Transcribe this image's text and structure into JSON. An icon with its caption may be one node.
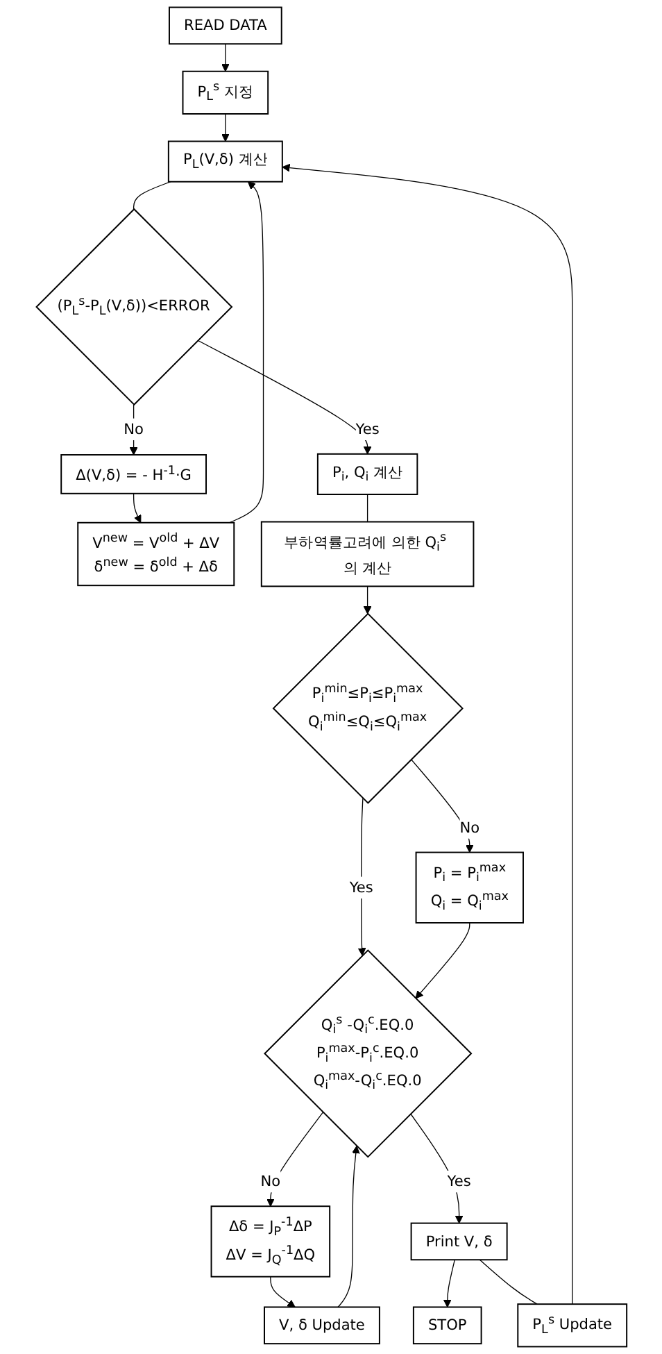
{
  "diagram": {
    "nodes": [
      {
        "text": [
          "READ DATA"
        ]
      },
      {
        "text": [
          "P$_{L}$$^{s}$ 지정"
        ]
      },
      {
        "text": [
          "P$_{L}$$^{s}$ Update"
        ]
      },
      {
        "text": [
          "P$_{L}$(V,δ) 계산"
        ]
      },
      {
        "text": [
          "V$^{new}$ = V$^{old}$ + ΔV",
          "δ$^{new}$ = δ$^{old}$ + Δδ"
        ]
      },
      {
        "text": [
          "Δ(V,δ) = - H$^{-1}$·G"
        ]
      },
      {
        "text": [
          "(P$_{L}$$^{s}$-P$_{L}$(V,δ))<ERROR"
        ]
      },
      {
        "text": [
          "P$_{i}$, Q$_{i}$ 계산"
        ]
      },
      {
        "text": [
          "부하역률고려에 의한 Q$_{i}$$^{s}$ 의 계산"
        ]
      },
      {
        "text": [
          "P$_{i}$$^{min}$≤P$_{i}$≤P$_{i}$$^{max}$",
          "Q$_{i}$$^{min}$≤Q$_{i}$≤Q$_{i}$$^{max}$"
        ]
      },
      {
        "text": [
          "P$_{i}$ = P$_{i}$$^{max}$",
          "Q$_{i}$ = Q$_{i}$$^{max}$"
        ]
      },
      {
        "text": [
          "V, δ Update"
        ]
      },
      {
        "text": [
          "Δδ = J$_{P}$$^{-1}$ΔP",
          "ΔV = J$_{Q}$$^{-1}$ΔQ"
        ]
      },
      {
        "text": [
          "Q$_{i}$$^{s}$ -Q$_{i}$$^{c}$.EQ.0",
          "P$_{i}$$^{max}$-P$_{i}$$^{c}$.EQ.0",
          "Q$_{i}$$^{max}$-Q$_{i}$$^{c}$.EQ.0"
        ]
      },
      {
        "text": [
          "Print V, δ"
        ]
      },
      {
        "text": [
          "STOP"
        ]
      }
    ],
    "edges": [
      {
        "from": 0,
        "to": 1,
        "arrow": "to"
      },
      {
        "from": 1,
        "to": 3,
        "arrow": "to"
      },
      {
        "from": 2,
        "to": 3,
        "arrow": "to"
      },
      {
        "from": 4,
        "to": 3,
        "arrow": "to"
      },
      {
        "from": 3,
        "to": 6,
        "arrow": "none"
      },
      {
        "from": 6,
        "to": 5,
        "label": "No",
        "arrow": "to"
      },
      {
        "from": 5,
        "to": 4,
        "arrow": "to"
      },
      {
        "from": 6,
        "to": 7,
        "label": "Yes",
        "arrow": "to"
      },
      {
        "from": 7,
        "to": 8,
        "arrow": "none"
      },
      {
        "from": 8,
        "to": 9,
        "arrow": "to"
      },
      {
        "from": 9,
        "to": 10,
        "label": "No",
        "arrow": "to"
      },
      {
        "from": 9,
        "to": 13,
        "label": "Yes",
        "arrow": "to"
      },
      {
        "from": 10,
        "to": 13,
        "arrow": "to"
      },
      {
        "from": 11,
        "to": 13,
        "arrow": "to"
      },
      {
        "from": 13,
        "to": 12,
        "label": "No",
        "arrow": "to"
      },
      {
        "from": 12,
        "to": 11,
        "arrow": "to"
      },
      {
        "from": 13,
        "to": 14,
        "label": "Yes",
        "arrow": "to"
      },
      {
        "from": 14,
        "to": 15,
        "arrow": "to"
      },
      {
        "from": 14,
        "to": 2,
        "arrow": "none"
      }
    ]
  }
}
